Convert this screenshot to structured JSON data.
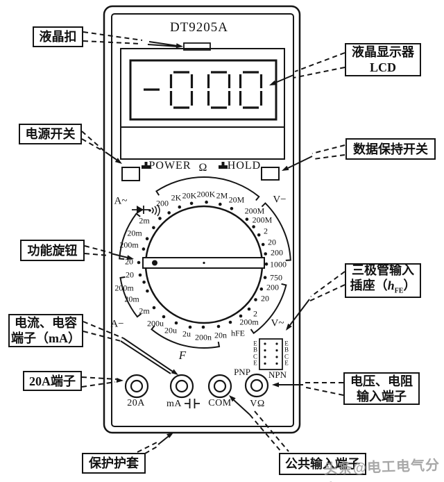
{
  "device": {
    "model": "DT9205A",
    "lcd_value": "-000",
    "power_label": "POWER",
    "ohm_symbol": "Ω",
    "hold_label": "HOLD"
  },
  "callouts": {
    "lcd_buckle": "液晶扣",
    "power_switch": "电源开关",
    "function_knob": "功能旋钮",
    "current_cap_line1": "电流、电容",
    "current_cap_line2": "端子（mA）",
    "terminal_20a": "20A端子",
    "protective_sleeve": "保护护套",
    "common_terminal": "公共输入端子",
    "lcd_display_line1": "液晶显示器",
    "lcd_display_line2": "LCD",
    "data_hold": "数据保持开关",
    "transistor_line1": "三极管输入",
    "transistor_line2_pre": "插座（",
    "transistor_h": "h",
    "transistor_sub": "FE",
    "transistor_line2_post": "）",
    "voltage_res_line1": "电压、电阻",
    "voltage_res_line2": "输入端子"
  },
  "dial": {
    "sections": {
      "ac_current": "A~",
      "dc_voltage": "V−",
      "dc_current": "A−",
      "ac_voltage": "V~",
      "capacitance": "F"
    },
    "scale": [
      "200",
      "2K",
      "20K",
      "200K",
      "2M",
      "20M",
      "200M",
      "200M",
      "2",
      "20",
      "200",
      "1000",
      "750",
      "200",
      "20",
      "2",
      "200m",
      "hFE",
      "20n",
      "200n",
      "2u",
      "20u",
      "200u",
      "2m",
      "20m",
      "200m",
      "20",
      "20",
      "200m",
      "20m",
      "2m"
    ]
  },
  "terminals": {
    "a20": "20A",
    "ma": "mA",
    "com": "COM",
    "vohm": "VΩ",
    "pnp": "PNP",
    "npn": "NPN"
  },
  "socket": {
    "left": [
      "E",
      "B",
      "C",
      "E"
    ],
    "right": [
      "E",
      "B",
      "C",
      "E"
    ]
  },
  "watermark": "头条@电工电气分享"
}
